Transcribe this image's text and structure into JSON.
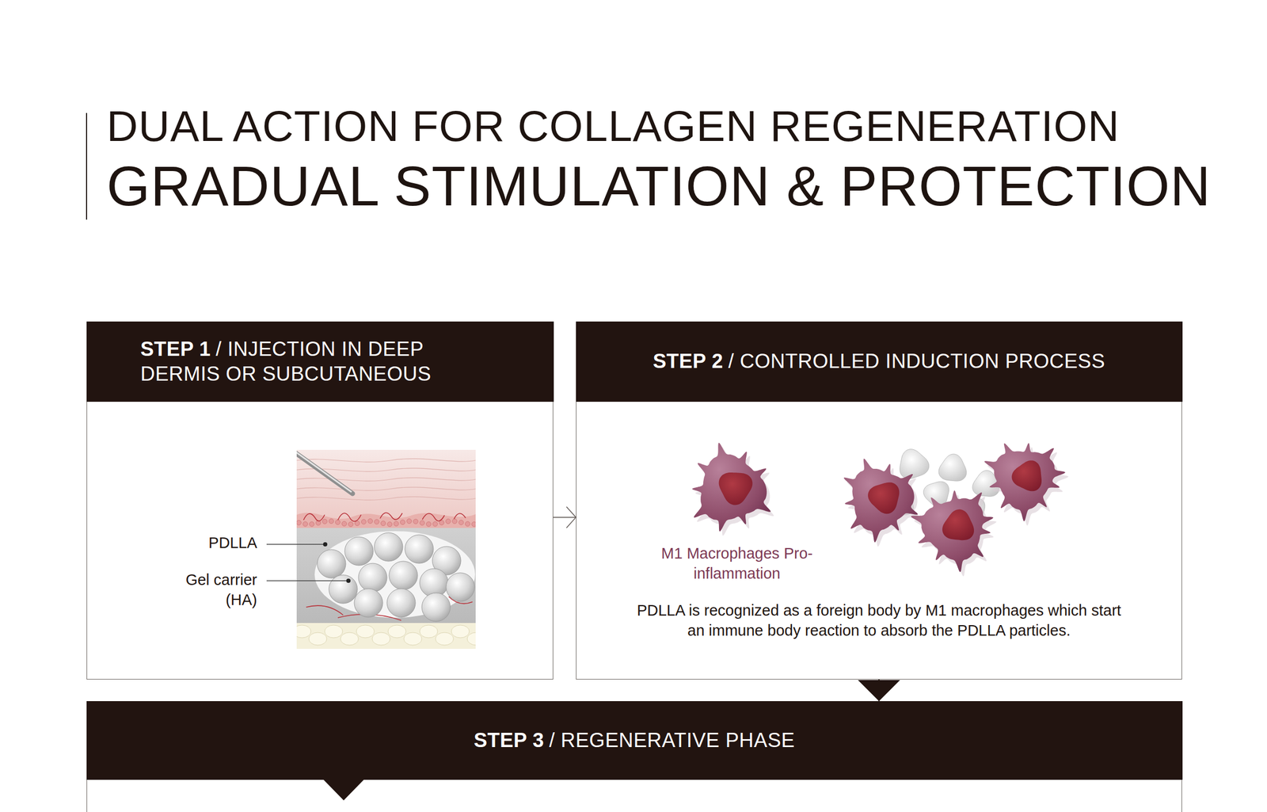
{
  "diagram": {
    "title": "DUAL ACTION FOR COLLAGEN REGENERATION",
    "nodes": [
      {
        "text": [
          "STEP 1",
          "/ INJECTION IN DEEP DERMIS OR SUBCUTANEOUS"
        ]
      },
      {
        "text": [
          "STEP 2",
          "/ CONTROLLED INDUCTION PROCESS",
          "PDLLA is recognized as a foreign body by M1 macrophages which start an immune body reaction to absorb the PDLLA particles."
        ]
      },
      {
        "text": [
          "STEP 3",
          "/ REGENERATIVE PHASE"
        ]
      }
    ],
    "edges": [
      {
        "from": 0,
        "to": 1,
        "arrow": "to"
      },
      {
        "from": 1,
        "to": 2,
        "arrow": "to"
      }
    ],
    "labels": [
      "GRADUAL STIMULATION & PROTECTION",
      "PDLLA",
      "Gel carrier (HA)",
      "M1 Macrophages Pro-inflammation"
    ]
  }
}
